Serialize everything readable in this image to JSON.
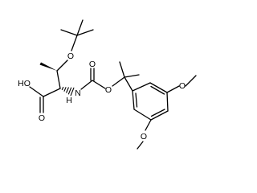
{
  "molecule": {
    "atom_labels": {
      "ether_oxygen": "O",
      "hydroxyl": "HO",
      "acid_carbonyl_oxygen": "O",
      "amide_nitrogen": "N",
      "amide_hydrogen": "H",
      "carbamate_carbonyl_oxygen": "O",
      "carbamate_ester_oxygen": "O",
      "methoxy_oxygen_top": "O",
      "methoxy_oxygen_bottom": "O"
    }
  }
}
